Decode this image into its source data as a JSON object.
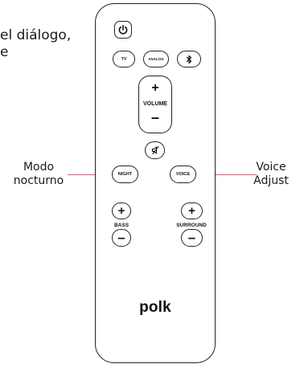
{
  "intro_text": {
    "line1": "el diálogo,",
    "line2": "e"
  },
  "callouts": {
    "night": {
      "line1": "Modo",
      "line2": "nocturno"
    },
    "voice": {
      "line1": "Voice",
      "line2": "Adjust"
    }
  },
  "remote": {
    "power_icon": "power-icon",
    "tv_label": "TV",
    "analog_label": "ANALOG",
    "bluetooth_icon": "bluetooth-icon",
    "volume": {
      "plus": "+",
      "label": "VOLUME",
      "minus": "–"
    },
    "mute_icon": "mute-icon",
    "night_label": "NIGHT",
    "voice_label": "VOICE",
    "bass": {
      "plus": "+",
      "label": "BASS",
      "minus": "–"
    },
    "surround": {
      "plus": "+",
      "label": "SURROUND",
      "minus": "–"
    },
    "brand": "polk"
  },
  "colors": {
    "callout_line": "#e0596a",
    "outline": "#222222"
  }
}
